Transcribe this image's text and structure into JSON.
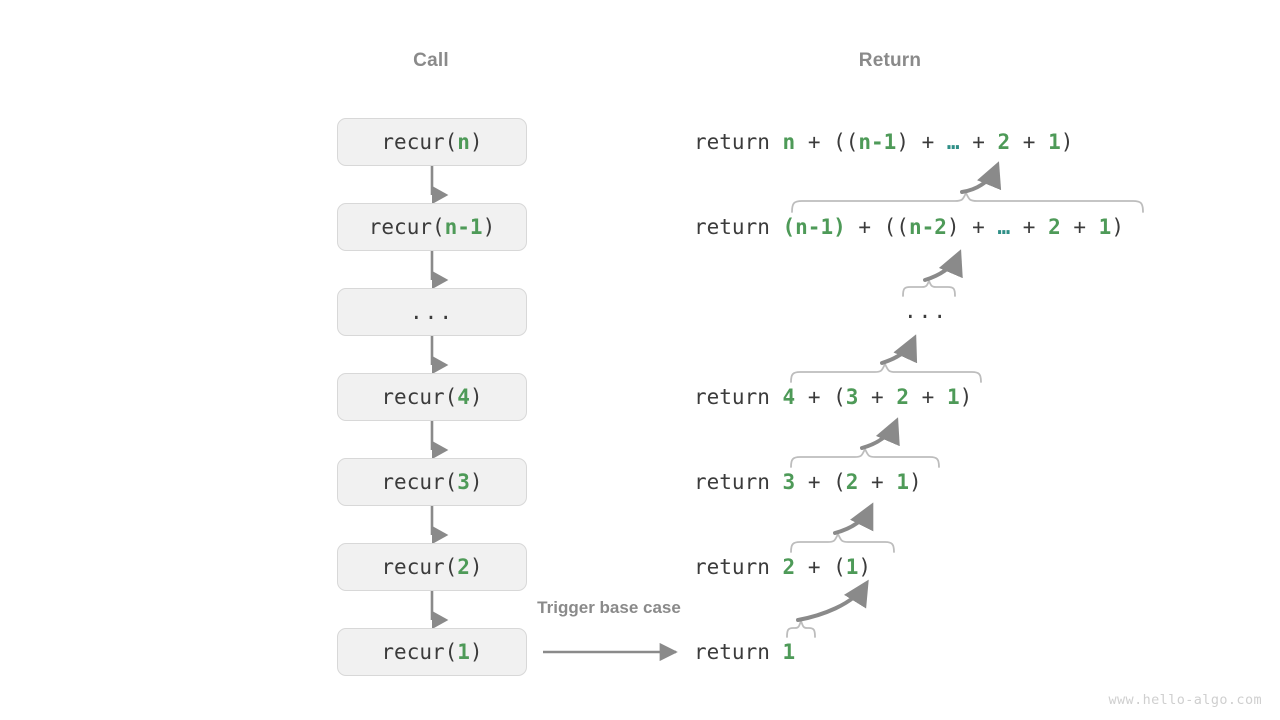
{
  "diagram": {
    "title_call": "Call",
    "title_return": "Return",
    "trigger_label": "Trigger base case",
    "watermark": "www.hello-algo.com",
    "colors": {
      "green": "#4e9a58",
      "teal": "#2f8f87",
      "box_fill": "#f1f1f1",
      "box_border": "#d8d8d8",
      "arrow": "#8a8a8a",
      "text": "#3b3b3b",
      "heading": "#8a8a8a",
      "watermark": "#cfcfcf",
      "background": "#ffffff"
    }
  },
  "call_stack": {
    "boxes": [
      {
        "label": "recur(n)",
        "fn": "recur(",
        "arg": "n",
        "close": ")",
        "is_ellipsis": false
      },
      {
        "label": "recur(n-1)",
        "fn": "recur(",
        "arg": "n-1",
        "close": ")",
        "is_ellipsis": false
      },
      {
        "label": "...",
        "fn": "",
        "arg": "...",
        "close": "",
        "is_ellipsis": true
      },
      {
        "label": "recur(4)",
        "fn": "recur(",
        "arg": "4",
        "close": ")",
        "is_ellipsis": false
      },
      {
        "label": "recur(3)",
        "fn": "recur(",
        "arg": "3",
        "close": ")",
        "is_ellipsis": false
      },
      {
        "label": "recur(2)",
        "fn": "recur(",
        "arg": "2",
        "close": ")",
        "is_ellipsis": false
      },
      {
        "label": "recur(1)",
        "fn": "recur(",
        "arg": "1",
        "close": ")",
        "is_ellipsis": false
      }
    ]
  },
  "returns": {
    "keyword": "return",
    "mid_dots": "...",
    "lines": [
      {
        "text": "return n + ((n-1) + … + 2 + 1)",
        "expr": "n + ((n-1) + … + 2 + 1)"
      },
      {
        "text": "return (n-1) + ((n-2) + … + 2 + 1)",
        "expr": "(n-1) + ((n-2) + … + 2 + 1)"
      },
      {
        "text": "return 4 + (3 + 2 + 1)",
        "expr": "4 + (3 + 2 + 1)"
      },
      {
        "text": "return 3 + (2 + 1)",
        "expr": "3 + (2 + 1)"
      },
      {
        "text": "return 2 + (1)",
        "expr": "2 + (1)"
      },
      {
        "text": "return 1",
        "expr": "1"
      }
    ]
  }
}
